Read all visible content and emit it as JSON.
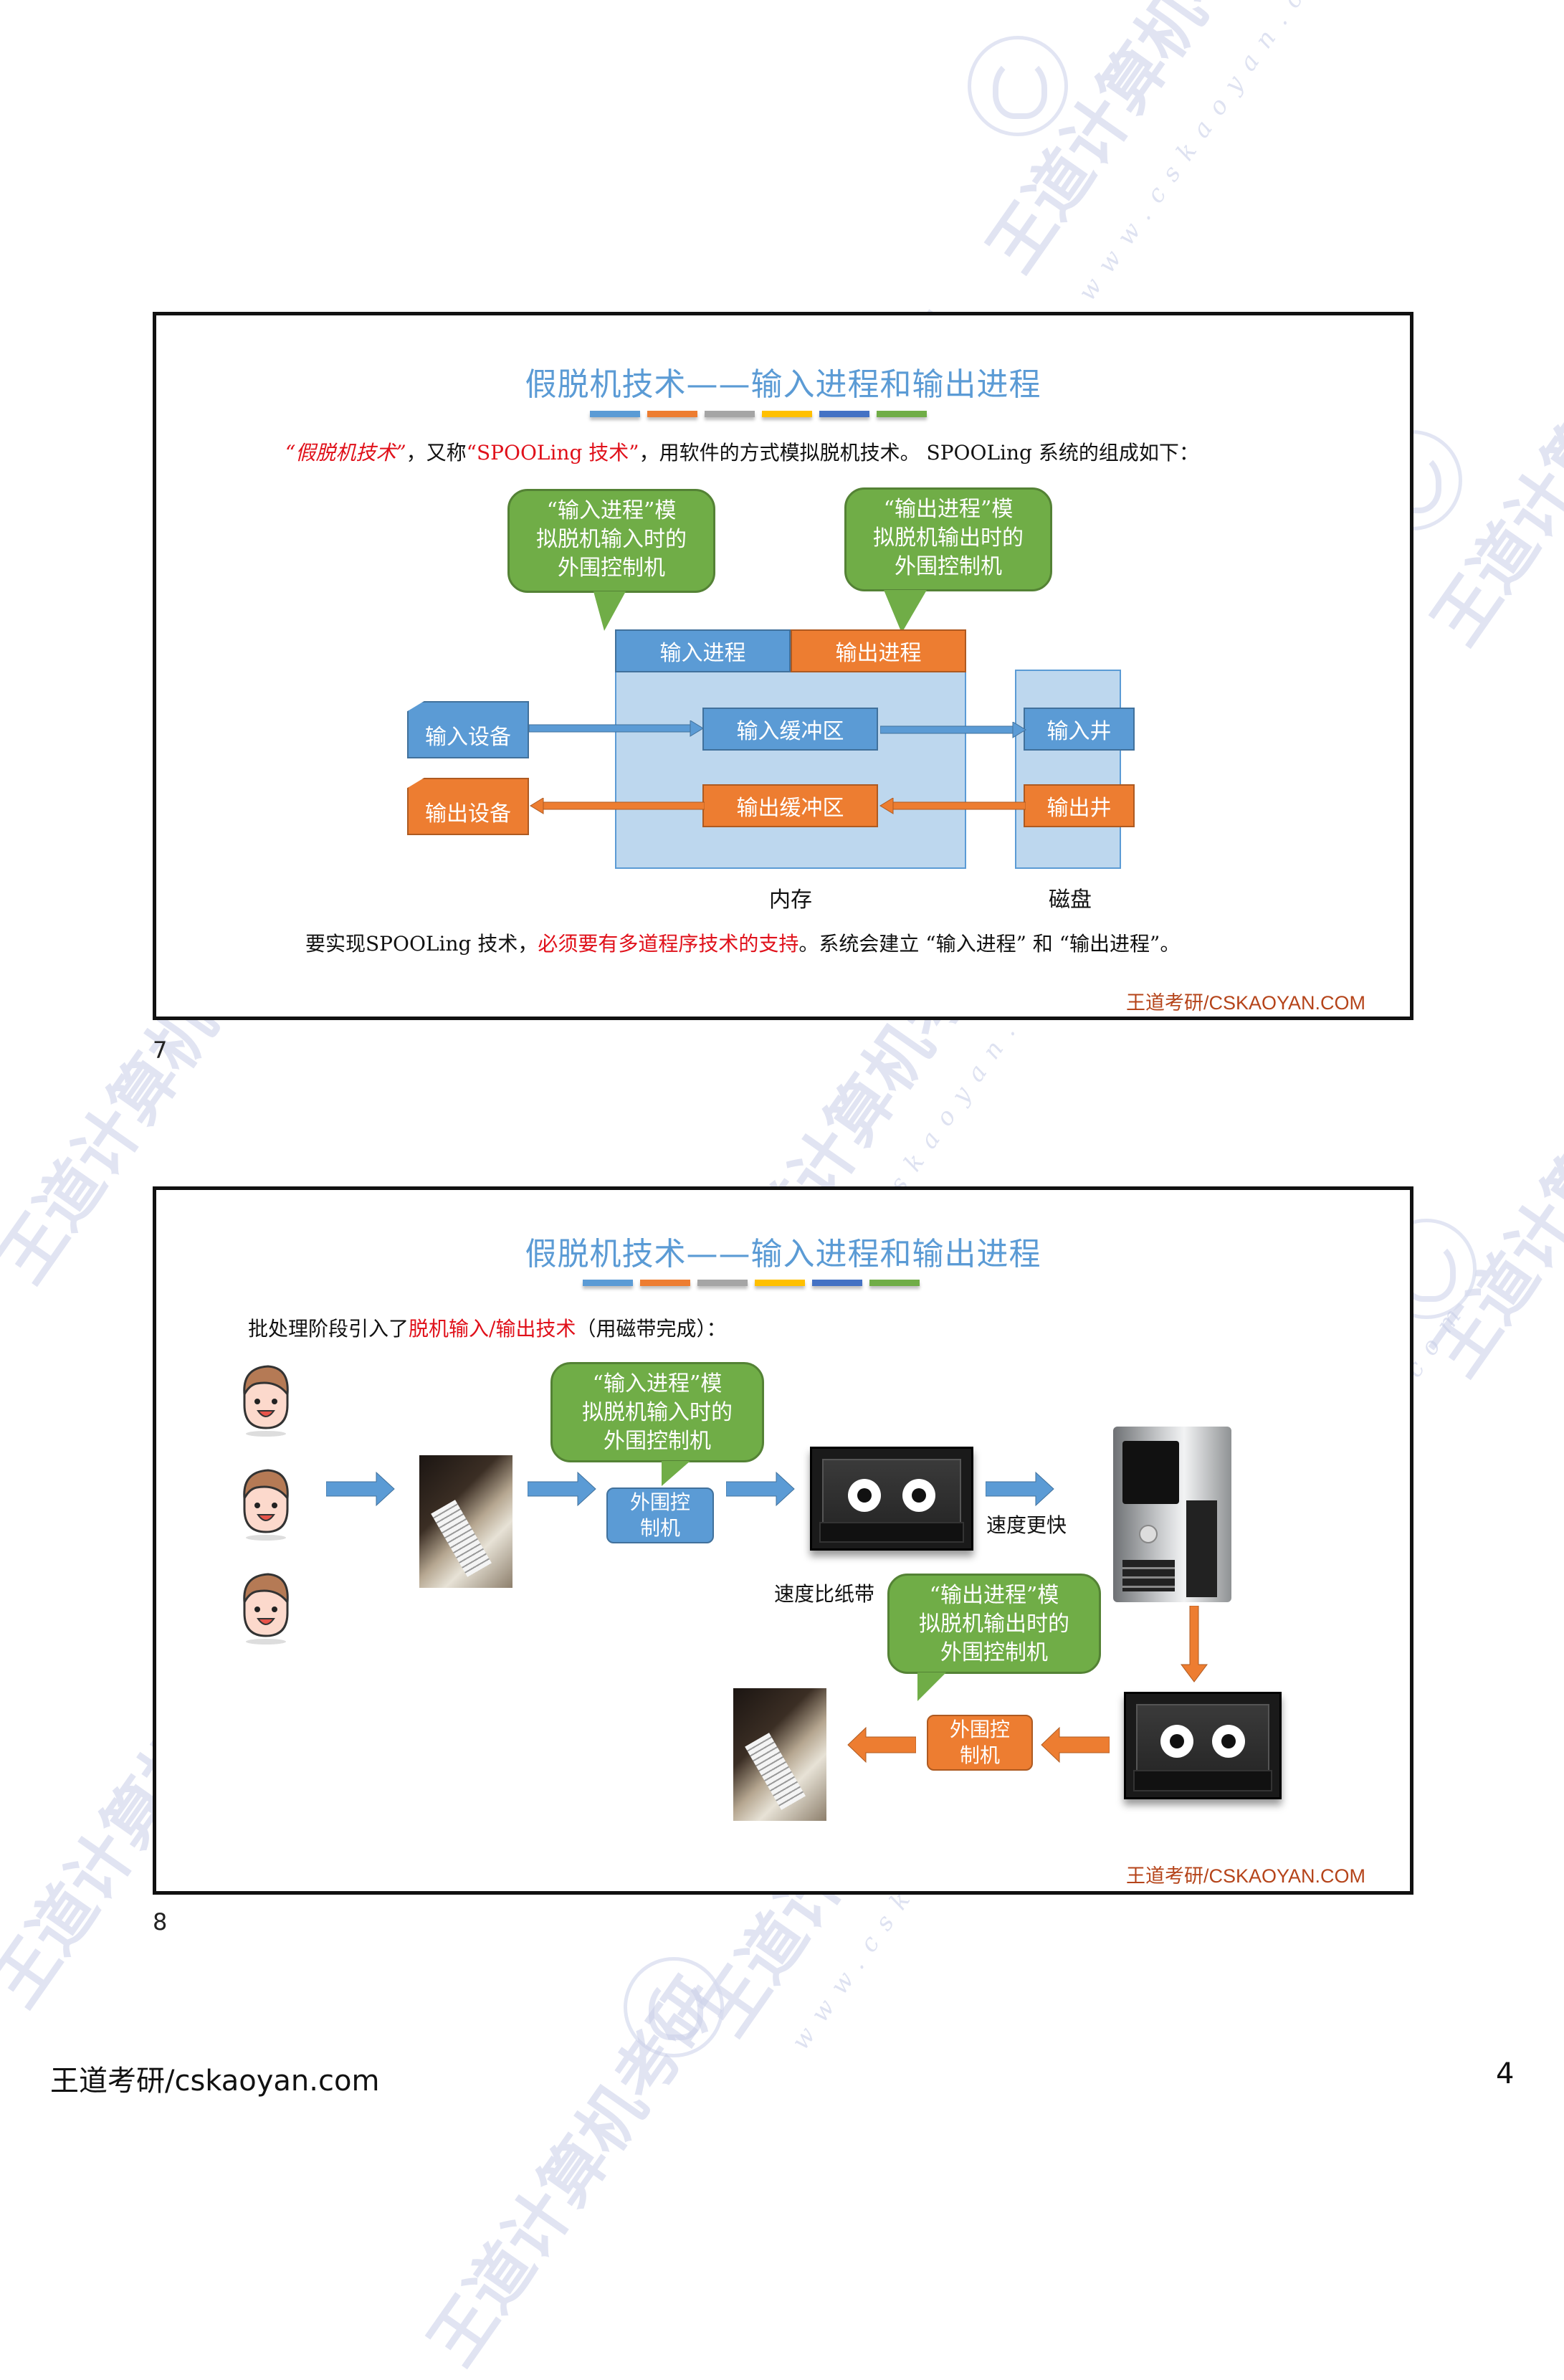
{
  "document": {
    "footer_brand": "王道考研/cskaoyan.com",
    "page_number": "4"
  },
  "watermark": {
    "text": "王道计算机考研",
    "url": "www.cskaoyan.com"
  },
  "slides": [
    {
      "slide_number": "7",
      "title": "假脱机技术——输入进程和输出进程",
      "color_bar": [
        "#5b9bd5",
        "#ed7d31",
        "#a5a5a5",
        "#ffc000",
        "#4472c4",
        "#70ad47"
      ],
      "intro": {
        "part1_red": "“假脱机技术”",
        "part2": "，又称",
        "part3_red": "“SPOOLing 技术”",
        "part4": "，用软件的方式模拟脱机技术。 SPOOLing 系统的组成如下："
      },
      "callouts": [
        {
          "lines": [
            "“输入进程”模",
            "拟脱机输入时的",
            "外围控制机"
          ]
        },
        {
          "lines": [
            "“输出进程”模",
            "拟脱机输出时的",
            "外围控制机"
          ]
        }
      ],
      "processes": {
        "input": "输入进程",
        "output": "输出进程"
      },
      "devices": {
        "input": "输入设备",
        "output": "输出设备"
      },
      "buffers": {
        "input": "输入缓冲区",
        "output": "输出缓冲区"
      },
      "wells": {
        "input": "输入井",
        "output": "输出井"
      },
      "region_labels": {
        "memory": "内存",
        "disk": "磁盘"
      },
      "conclusion": {
        "part1": "要实现SPOOLing 技术，",
        "part2_red": "必须要有多道程序技术的支持",
        "part3": "。系统会建立 “输入进程” 和 “输出进程”。"
      },
      "brand": "王道考研/CSKAOYAN.COM"
    },
    {
      "slide_number": "8",
      "title": "假脱机技术——输入进程和输出进程",
      "color_bar": [
        "#5b9bd5",
        "#ed7d31",
        "#a5a5a5",
        "#ffc000",
        "#4472c4",
        "#70ad47"
      ],
      "intro": {
        "part1": "批处理阶段引入了",
        "part2_red": "脱机输入/输出技术",
        "part3": "（用磁带完成）："
      },
      "callouts": [
        {
          "lines": [
            "“输入进程”模",
            "拟脱机输入时的",
            "外围控制机"
          ]
        },
        {
          "lines": [
            "“输出进程”模",
            "拟脱机输出时的",
            "外围控制机"
          ]
        }
      ],
      "controller_input": [
        "外围控",
        "制机"
      ],
      "controller_output": [
        "外围控",
        "制机"
      ],
      "label_faster": "速度更快",
      "label_tape_speed": "速度比纸带",
      "brand": "王道考研/CSKAOYAN.COM"
    }
  ]
}
